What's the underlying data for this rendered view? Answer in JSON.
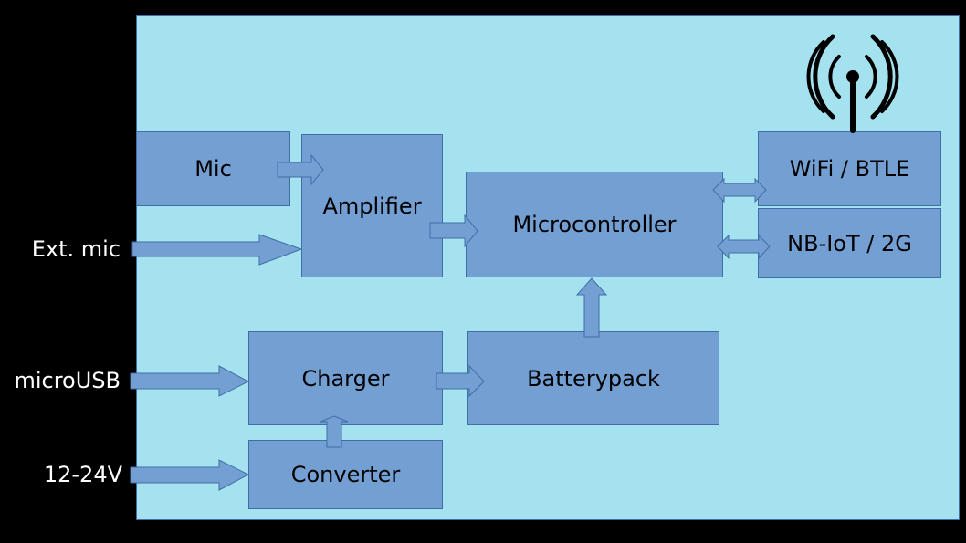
{
  "blocks": {
    "mic": "Mic",
    "amplifier": "Amplifier",
    "microcontroller": "Microcontroller",
    "wifi": "WiFi / BTLE",
    "nbiot": "NB-IoT / 2G",
    "charger": "Charger",
    "batterypack": "Batterypack",
    "converter": "Converter"
  },
  "inputs": {
    "ext_mic": "Ext. mic",
    "microusb": "microUSB",
    "power": "12-24V"
  },
  "icons": {
    "antenna": "antenna-icon"
  },
  "colors": {
    "background": "#000000",
    "panel": "#a5e2ef",
    "block_fill": "#739fd3",
    "block_border": "#3f6ea6",
    "antenna": "#000000"
  }
}
